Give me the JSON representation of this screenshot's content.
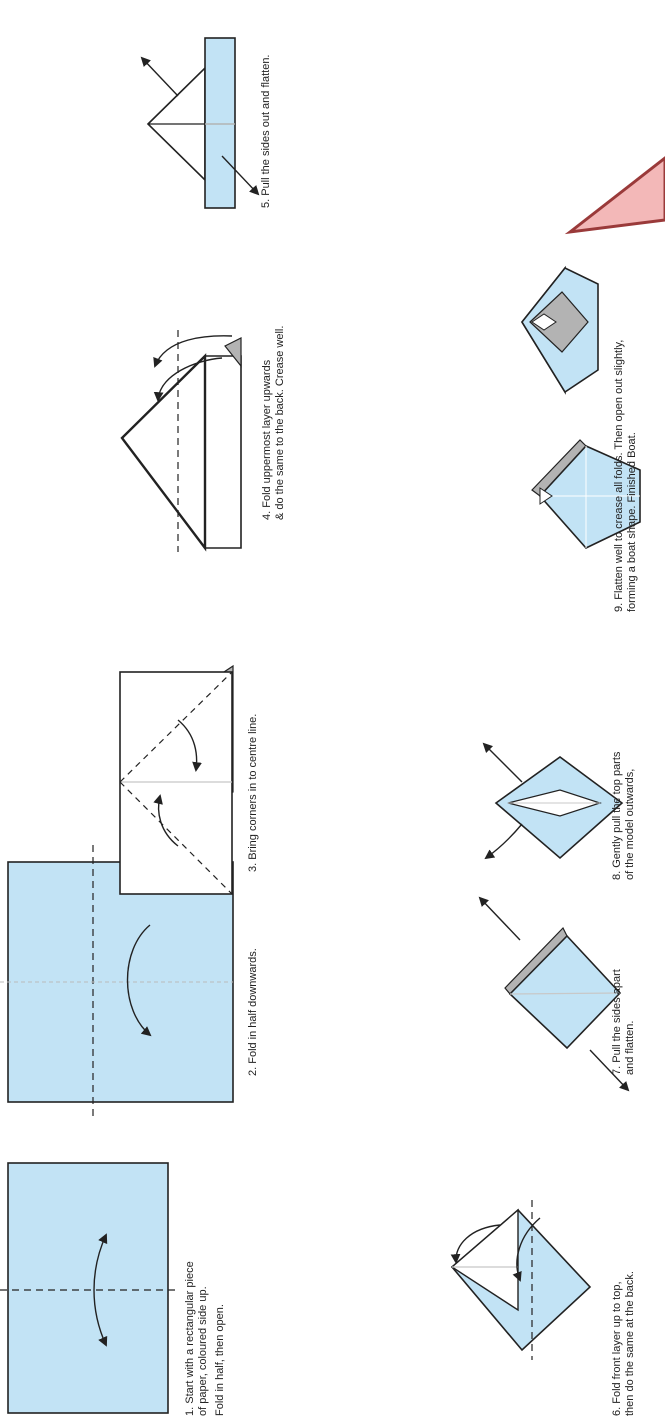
{
  "colors": {
    "paper_blue": "#c2e3f5",
    "back_grey": "#b3b3b3",
    "stroke": "#222222",
    "crease_grey": "#c8c8c8",
    "pointer_red": "#f3b8b8",
    "pointer_border": "#9a3a3a"
  },
  "steps": [
    {
      "id": 1,
      "lines": [
        "1. Start with a rectangular piece",
        "of paper, coloured side up.",
        "Fold in half, then open."
      ]
    },
    {
      "id": 2,
      "lines": [
        "2. Fold in half downwards."
      ]
    },
    {
      "id": 3,
      "lines": [
        "3. Bring corners in to centre line."
      ]
    },
    {
      "id": 4,
      "lines": [
        "4. Fold uppermost layer upwards",
        "& do the same to the back. Crease well."
      ]
    },
    {
      "id": 5,
      "lines": [
        "5. Pull the sides out and flatten."
      ]
    },
    {
      "id": 6,
      "lines": [
        "6. Fold front layer up to top,",
        "then do the same at the back."
      ]
    },
    {
      "id": 7,
      "lines": [
        "7. Pull the sides apart",
        "and flatten."
      ]
    },
    {
      "id": 8,
      "lines": [
        "8. Gently pull the top parts",
        "of the model outwards,"
      ]
    },
    {
      "id": 9,
      "lines": [
        "9. Flatten well to crease all folds. Then open out slightly,",
        "forming a boat shape. Finished Boat."
      ]
    }
  ]
}
